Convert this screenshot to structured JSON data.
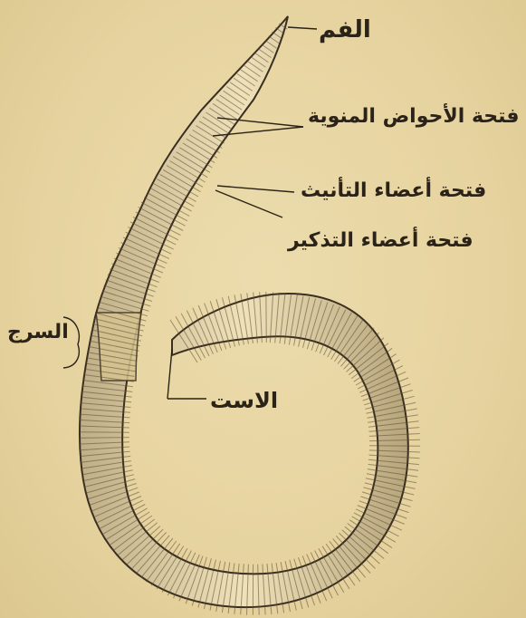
{
  "labels": {
    "mouth": "الفم",
    "sperm_openings": "فتحة الأحواض المنوية",
    "female_openings": "فتحة أعضاء التأنيث",
    "male_openings": "فتحة أعضاء التذكير",
    "clitellum": "السرج",
    "anus": "الاست"
  },
  "colors": {
    "paper": "#e8d7a5",
    "ink": "#2b2317",
    "body": "#e3d2a2",
    "shade": "#8a7a5c"
  }
}
